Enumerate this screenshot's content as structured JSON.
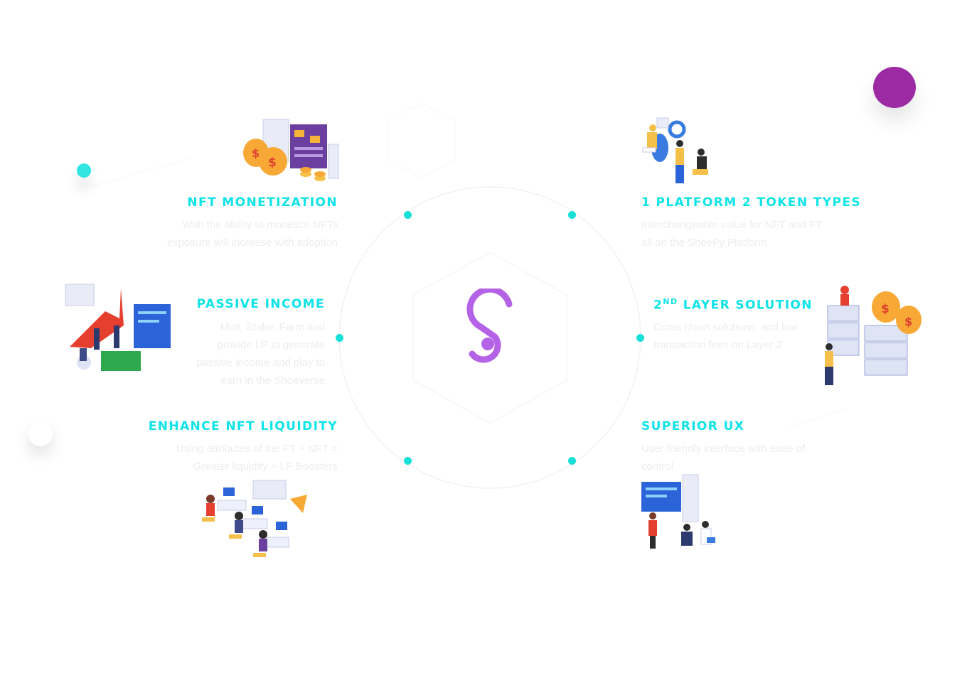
{
  "colors": {
    "accent": "#0ee3e8",
    "brand": "#b563e6",
    "orb": "#9c2aa3",
    "text_faint": "#ededed"
  },
  "logo": {
    "icon": "shoefy-s-logo-icon"
  },
  "features": {
    "nft_monetization": {
      "title": "NFT MONETIZATION",
      "desc1": "With the ability to monetize NFTs",
      "desc2": "exposure will increase with adoption",
      "icon": "money-bags-dashboard-icon"
    },
    "passive_income": {
      "title": "PASSIVE INCOME",
      "desc1": "Mint, Stake, Farm and",
      "desc2": "provide LP to generate",
      "desc3": "passive income and play to",
      "desc4": "earn in the Shoeverse",
      "icon": "growth-chart-team-icon"
    },
    "enhance_liquidity": {
      "title": "ENHANCE NFT LIQUIDITY",
      "desc1": "Using attributes of the FT + NFT =",
      "desc2": "Greater liquidity + LP Boosters",
      "icon": "workstations-team-icon"
    },
    "token_types": {
      "title": "1 PLATFORM 2 TOKEN TYPES",
      "desc1": "Interchangeable value for NFT and FT",
      "desc2": "all on the ShoeFy Platform",
      "icon": "analytics-people-icon"
    },
    "layer_solution": {
      "title_sup": "ND",
      "title_pre": "2",
      "title_rest": " LAYER SOLUTION",
      "desc1": "Cross chain solutions, and low",
      "desc2": "transaction fees on Layer 2",
      "icon": "server-stack-money-icon"
    },
    "superior_ux": {
      "title": "SUPERIOR UX",
      "desc1": "User friendly interface with ease of",
      "desc2": "control",
      "icon": "ux-board-team-icon"
    }
  }
}
